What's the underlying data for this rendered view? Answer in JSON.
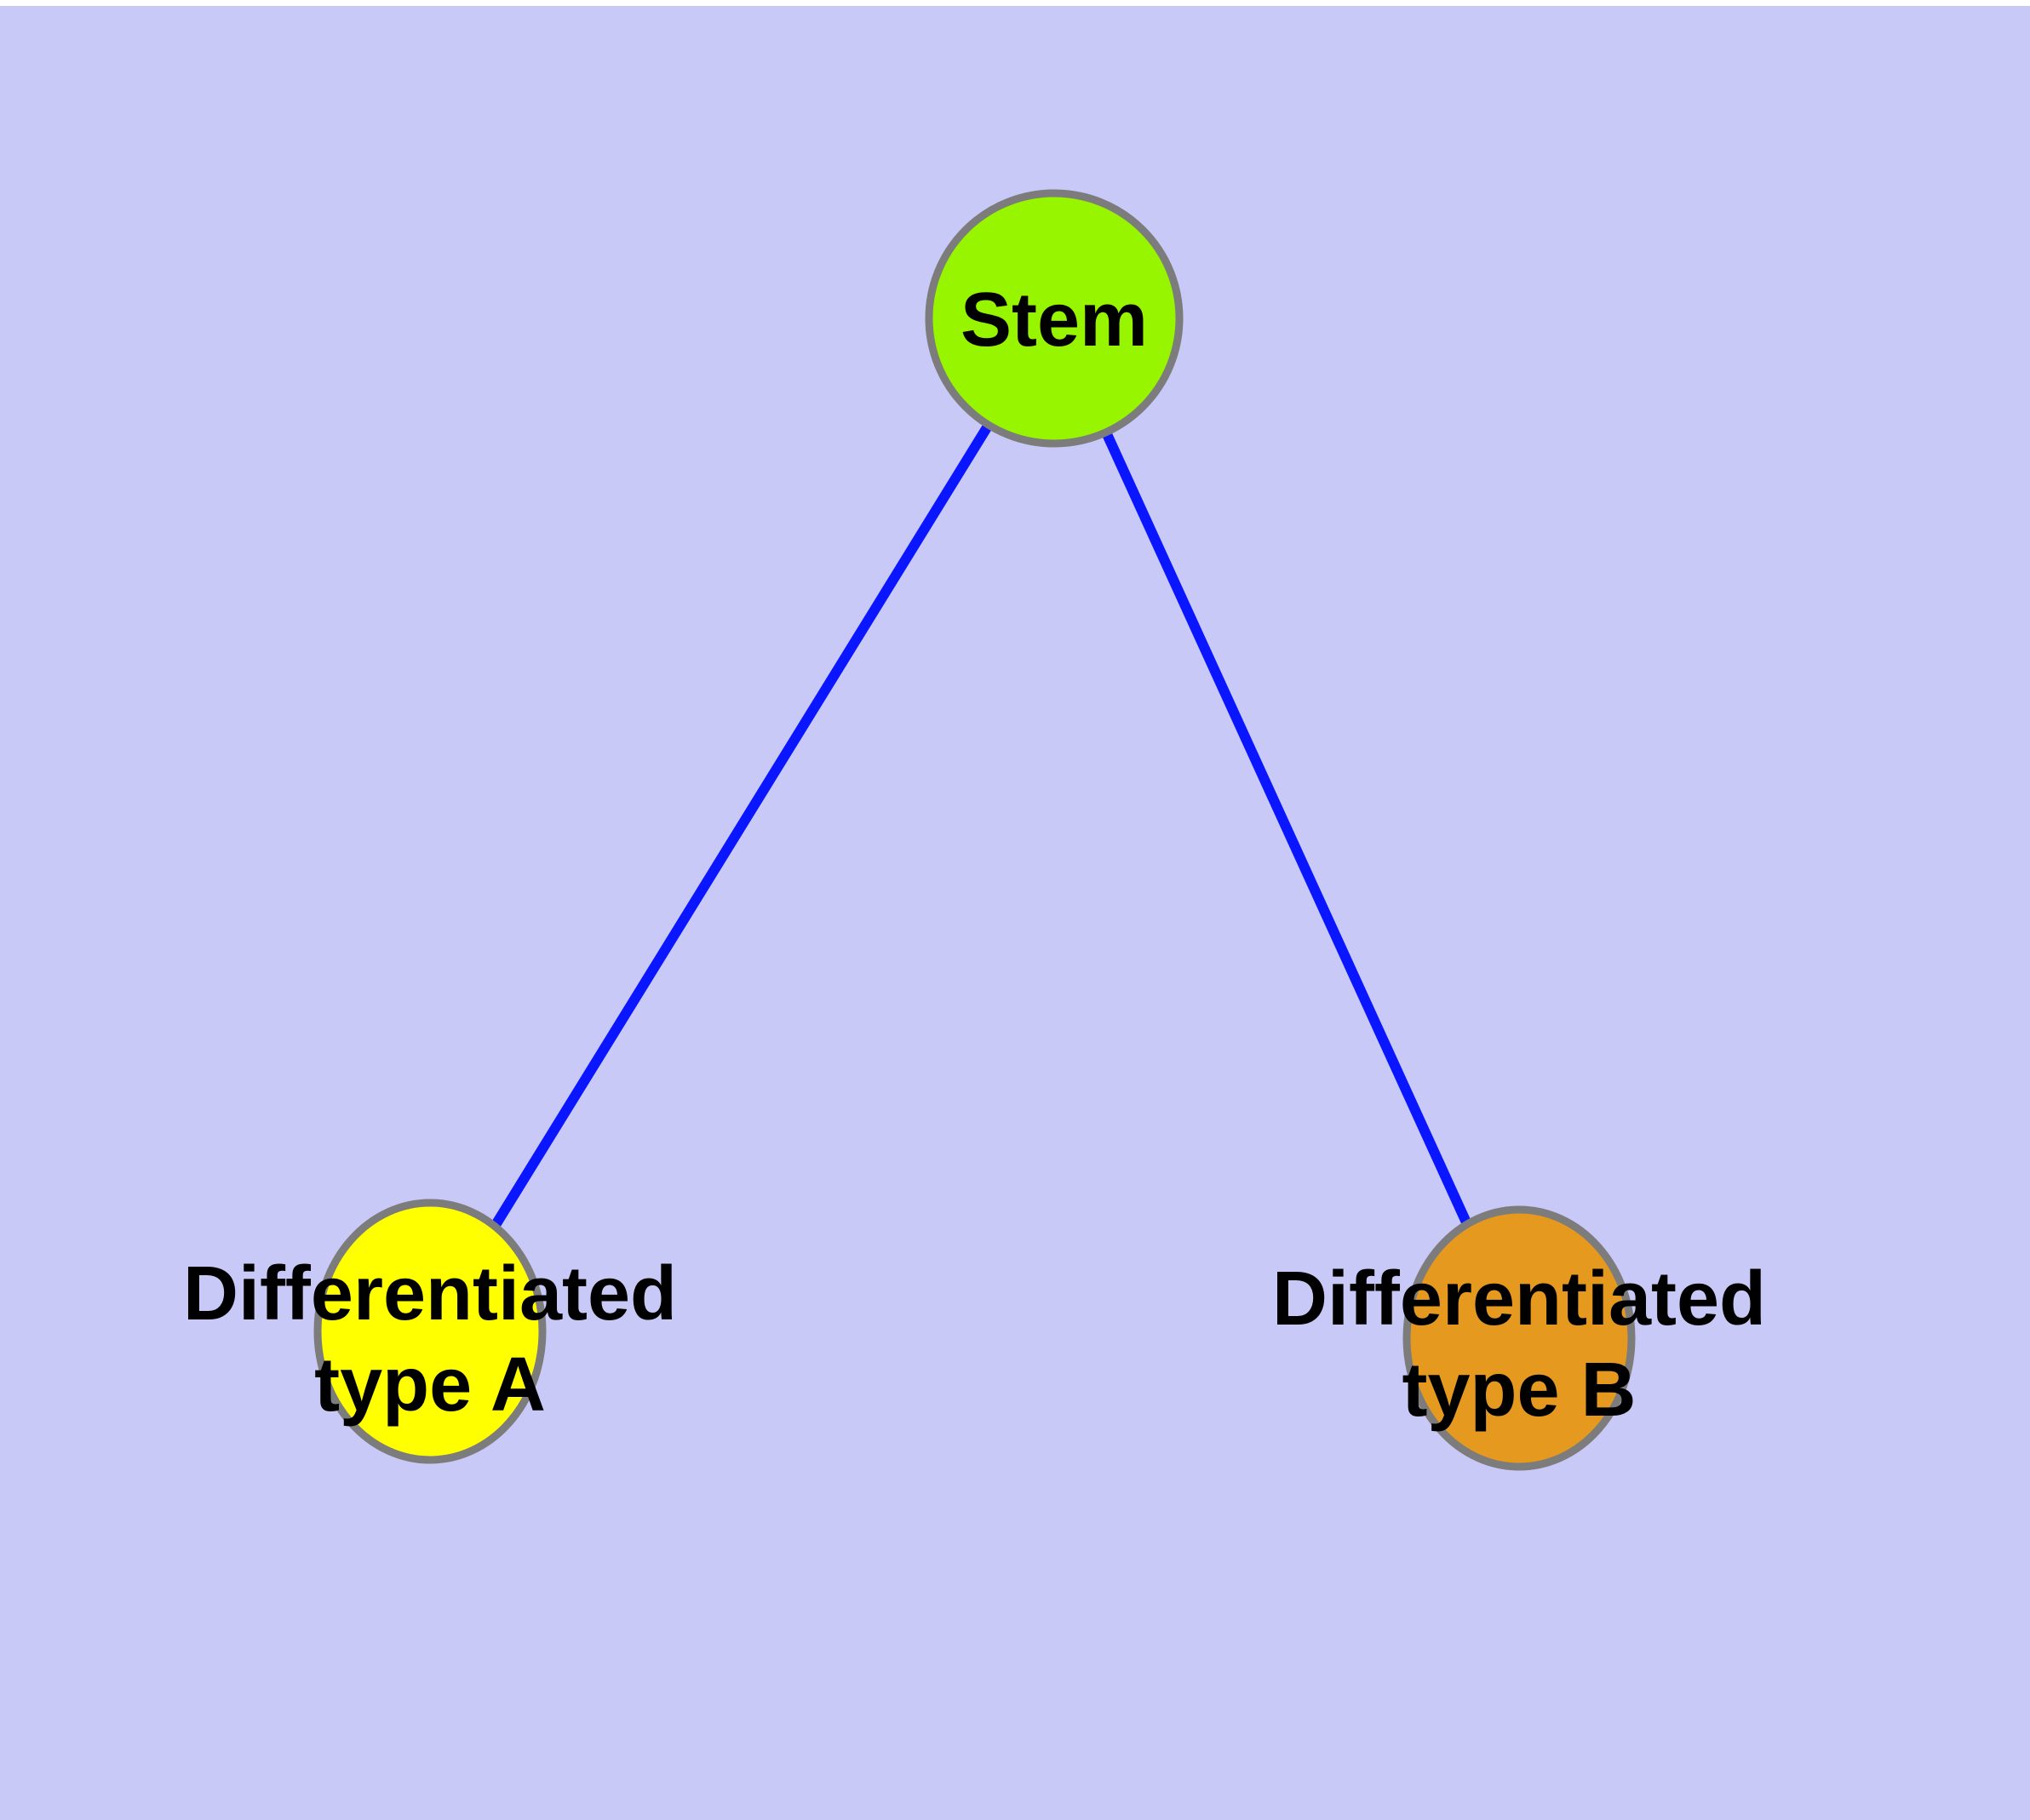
{
  "diagram": {
    "nodes": [
      {
        "id": "stem",
        "label": "Stem",
        "fill": "#97F500",
        "border": "#7C7C7C"
      },
      {
        "id": "differentiated-type-a",
        "label_line1": "Differentiated",
        "label_line2": "type A",
        "fill": "#FFFF00",
        "border": "#7C7C7C"
      },
      {
        "id": "differentiated-type-b",
        "label_line1": "Differentiated",
        "label_line2": "type B",
        "fill": "#E5991F",
        "border": "#7C7C7C"
      }
    ],
    "edges": [
      {
        "from": "Stem",
        "to": "Differentiated type A"
      },
      {
        "from": "Stem",
        "to": "Differentiated type B"
      }
    ],
    "colors": {
      "background": "#C9C9F7",
      "page_margin": "#FFFFFF",
      "edge": "#0A16FF",
      "node_border": "#7C7C7C",
      "label_text": "#000000"
    }
  }
}
